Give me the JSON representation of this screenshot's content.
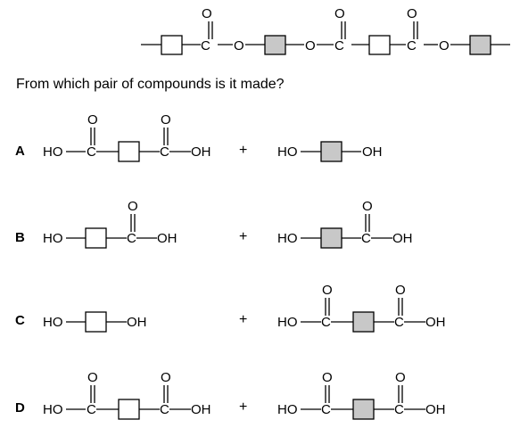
{
  "polymer": {
    "labels": {
      "carbon": "C",
      "oxygen": "O",
      "carbonyl_oxygen": "O"
    }
  },
  "question": "From which pair of compounds is it made?",
  "plus": "+",
  "groups": {
    "hydroxyl_left": "HO",
    "hydroxyl_right": "OH",
    "carbon": "C",
    "oxygen": "O"
  },
  "options": [
    {
      "letter": "A",
      "left": "dicarboxylic acid (white ring)",
      "right": "diol (grey ring)"
    },
    {
      "letter": "B",
      "left": "hydroxy acid (white ring)",
      "right": "hydroxy acid (grey ring)"
    },
    {
      "letter": "C",
      "left": "diol (white ring)",
      "right": "dicarboxylic acid (grey ring)"
    },
    {
      "letter": "D",
      "left": "dicarboxylic acid (white ring)",
      "right": "dicarboxylic acid (grey ring)"
    }
  ],
  "colors": {
    "white_box": "#ffffff",
    "grey_box": "#c8c8c8",
    "lines": "#000000"
  }
}
